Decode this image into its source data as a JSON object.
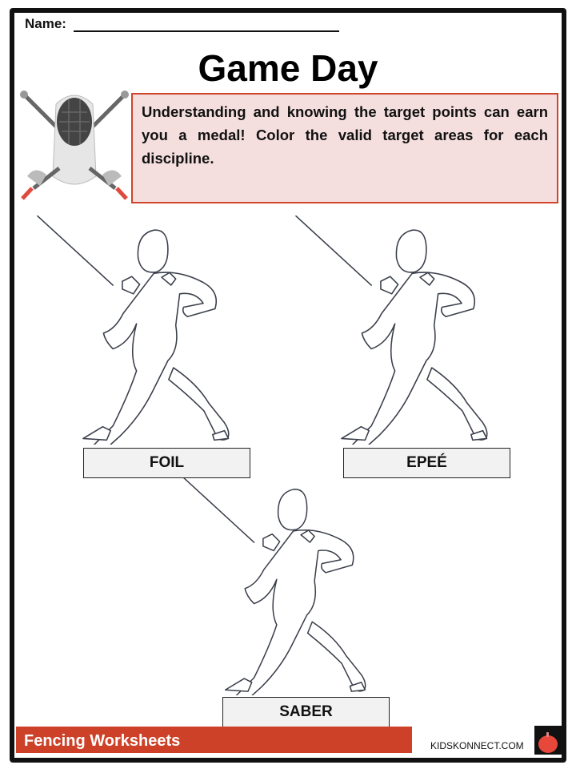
{
  "header": {
    "name_label": "Name:",
    "title": "Game Day"
  },
  "instructions": "Understanding and knowing the target points can earn you a medal! Color the valid target areas for each discipline.",
  "disciplines": [
    {
      "label": "FOIL"
    },
    {
      "label": "EPEÉ"
    },
    {
      "label": "SABER"
    }
  ],
  "footer": {
    "title": "Fencing Worksheets",
    "site": "KIDSKONNECT.COM"
  },
  "colors": {
    "accent": "#cc4127",
    "box_fill": "#f5dfde",
    "label_fill": "#f2f2f2"
  }
}
